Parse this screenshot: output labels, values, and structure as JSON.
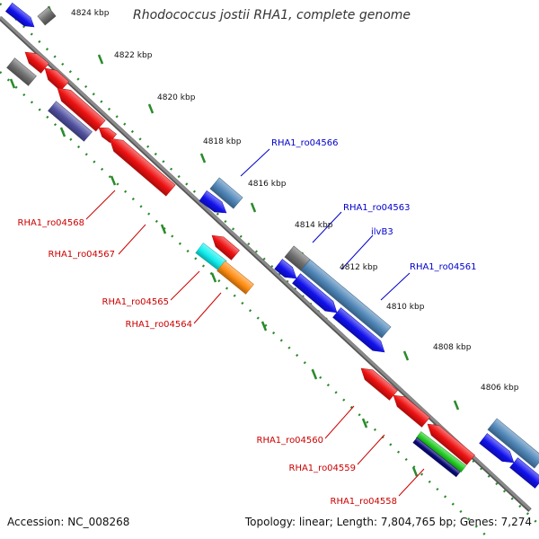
{
  "title": "Rhodococcus jostii RHA1, complete genome",
  "footer": {
    "accession": "Accession: NC_008268",
    "topology": "Topology: linear; Length: 7,804,765 bp; Genes: 7,274"
  },
  "colors": {
    "backbone": "#8a8a8a",
    "ruler": "#2a8a2a",
    "label_forward": "#0000cc",
    "label_reverse": "#cc0000",
    "gene_red": "#ee1111",
    "gene_blue": "#1111ee",
    "gene_steel": "#4f86b8",
    "gene_gray": "#6e6e6e",
    "gene_slate": "#5050a0",
    "gene_cyan": "#11eeee",
    "gene_orange": "#ff8c11",
    "gene_green": "#22cc22",
    "gene_navy": "#0a0a7a"
  },
  "ruler_ticks": [
    "4824 kbp",
    "4822 kbp",
    "4820 kbp",
    "4818 kbp",
    "4816 kbp",
    "4814 kbp",
    "4812 kbp",
    "4810 kbp",
    "4808 kbp",
    "4806 kbp"
  ],
  "forward_labels": [
    "RHA1_ro04566",
    "RHA1_ro04563",
    "ilvB3",
    "RHA1_ro04561"
  ],
  "reverse_labels": [
    "RHA1_ro04568",
    "RHA1_ro04567",
    "RHA1_ro04565",
    "RHA1_ro04564",
    "RHA1_ro04560",
    "RHA1_ro04559",
    "RHA1_ro04558"
  ]
}
